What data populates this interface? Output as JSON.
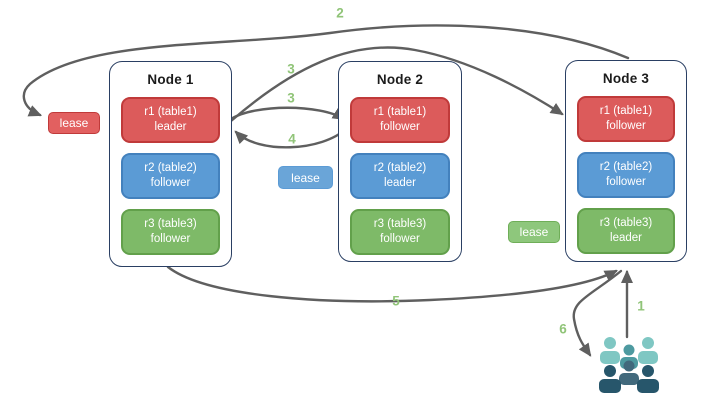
{
  "nodes": [
    {
      "title": "Node 1",
      "replicas": [
        {
          "replica": "r1 (table1)",
          "role": "leader",
          "color": "red"
        },
        {
          "replica": "r2 (table2)",
          "role": "follower",
          "color": "blue"
        },
        {
          "replica": "r3 (table3)",
          "role": "follower",
          "color": "green"
        }
      ]
    },
    {
      "title": "Node 2",
      "replicas": [
        {
          "replica": "r1 (table1)",
          "role": "follower",
          "color": "red"
        },
        {
          "replica": "r2 (table2)",
          "role": "leader",
          "color": "blue"
        },
        {
          "replica": "r3 (table3)",
          "role": "follower",
          "color": "green"
        }
      ]
    },
    {
      "title": "Node 3",
      "replicas": [
        {
          "replica": "r1 (table1)",
          "role": "follower",
          "color": "red"
        },
        {
          "replica": "r2 (table2)",
          "role": "follower",
          "color": "blue"
        },
        {
          "replica": "r3 (table3)",
          "role": "leader",
          "color": "green"
        }
      ]
    }
  ],
  "leases": {
    "red": {
      "label": "lease"
    },
    "blue": {
      "label": "lease"
    },
    "green": {
      "label": "lease"
    }
  },
  "steps": {
    "s1": "1",
    "s2": "2",
    "s3a": "3",
    "s3b": "3",
    "s4": "4",
    "s5": "5",
    "s6": "6"
  },
  "icons": {
    "users": "users-group-icon"
  },
  "colors": {
    "replica_red": "#dc5b5b",
    "replica_red_border": "#c03a3a",
    "replica_blue": "#5b9bd5",
    "replica_blue_border": "#4381bd",
    "replica_green": "#7eba68",
    "replica_green_border": "#62a04b",
    "node_border": "#2a3f63",
    "arrow_gray": "#5f5f5f",
    "step_label_green": "#90c478",
    "users_light_teal": "#7fc7c3",
    "users_medium_teal": "#4d9aa0",
    "users_gray_teal": "#41697c",
    "users_dark_teal": "#27566b"
  }
}
